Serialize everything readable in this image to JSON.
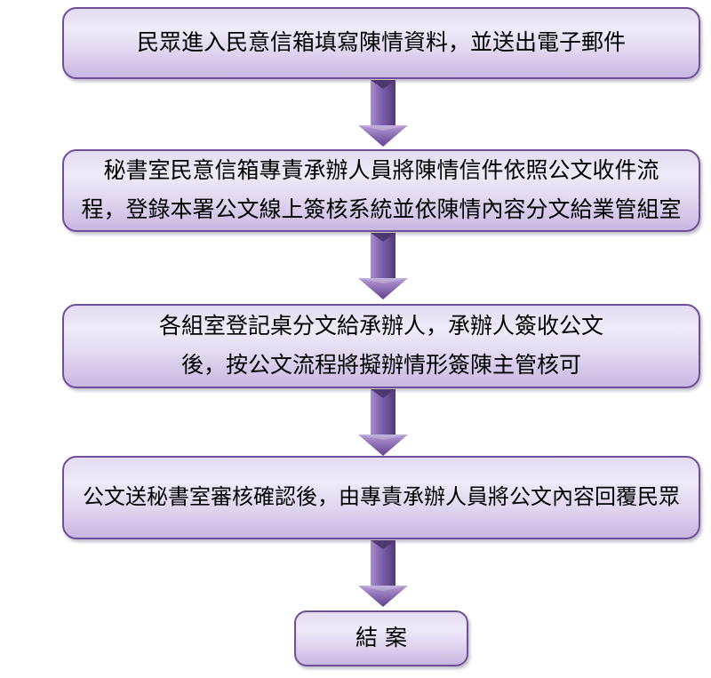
{
  "page": {
    "background_color": "#ffffff",
    "kind": "flowchart"
  },
  "flowchart": {
    "colors": {
      "box_border": "#6e5099",
      "box_fill_top": "#e4dbf1",
      "box_fill_bottom": "#c8b7e0",
      "arrow_light": "#a98ecb",
      "arrow_mid": "#7e61ab",
      "arrow_dark": "#503a73",
      "arrow_notch": "#4d3870",
      "text_color": "#000000"
    },
    "steps": [
      {
        "lines": [
          "民眾進入民意信箱填寫陳情資料，並送出電子郵件"
        ]
      },
      {
        "lines": [
          "秘書室民意信箱專責承辦人員將陳情信件依照公文收件流",
          "程，登錄本署公文線上簽核系統並依陳情內容分文給業管組室"
        ]
      },
      {
        "lines": [
          "各組室登記桌分文給承辦人，承辦人簽收公文",
          "後，按公文流程將擬辦情形簽陳主管核可"
        ]
      },
      {
        "lines": [
          "公文送秘書室審核確認後，由專責承辦人員將公文內容回覆民眾"
        ]
      },
      {
        "lines": [
          "結案"
        ]
      }
    ],
    "connector": "down-block-arrow"
  }
}
